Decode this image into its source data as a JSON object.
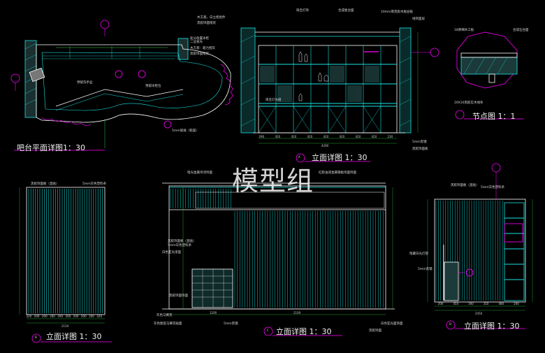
{
  "watermark": "模型组",
  "colors": {
    "background": "#000000",
    "wall": "#19e6e6",
    "line": "#ffffff",
    "magenta": "#ff00ff",
    "teal": "#00b3b3",
    "green": "#2ecc40"
  },
  "views": {
    "plan": {
      "title": "吧台平面详图1：30",
      "notes": [
        "预留洗手盆",
        "预留冰柜位",
        "二边发光",
        "木方基：超力刮灰",
        "黑胶饰面暗装",
        "处分放置冰柜",
        "5mm玻璃（乾燥）"
      ]
    },
    "elevA": {
      "title": "立面详图 1：30",
      "marker": "A",
      "notes": [
        "珠宝灯饰",
        "合成板台面",
        "10mm厚黑胶木板层板",
        "线饰面层",
        "木方基，白立柜组件",
        "黑胶饰面暗装",
        "5mm黑镜",
        "黑胶饰面板",
        "珠宝灯光组"
      ],
      "dims_bottom": [
        "290",
        "420",
        "420",
        "420",
        "420",
        "420",
        "420",
        "420",
        "230"
      ],
      "total": "4290"
    },
    "detail": {
      "title": "节点图 1：1",
      "notes": [
        "18厚细木工板",
        "合成石台面",
        "20X10黑胶实木线条"
      ]
    },
    "elevB": {
      "title": "立面详图 1：30",
      "marker": "B",
      "notes": [
        "黑胶饰面板（直贴）",
        "5mm灰色塑料条"
      ],
      "dims_bottom": [
        "220",
        "200",
        "200",
        "200",
        "200",
        "200",
        "200",
        "200",
        "200",
        "220"
      ],
      "total": "2150"
    },
    "elevC": {
      "title": "立面详图 1：30",
      "marker": "C",
      "notes": [
        "暗光金属吊顶饰面",
        "黑胶饰面板（直贴）",
        "5mm灰色塑料条",
        "红胶油漆金属钢板饰面饰面",
        "白色亚光漆面",
        "灰色马赛克",
        "灰色图案马赛克贴面",
        "5mm黑镜",
        "黑胶饰面",
        "黑胶饰面饰面",
        "白色亚光面饰面"
      ],
      "dims_bottom": [
        "1200",
        "2100"
      ]
    },
    "elevD": {
      "title": "立面详图 1：30",
      "marker": "D",
      "notes": [
        "黑胶饰面板（直贴）",
        "5mm灰色塑料条",
        "暗藏日光灯管",
        "5mm黑镜"
      ],
      "dims_bottom": [
        "200",
        "450",
        "300",
        "310",
        "480",
        "200"
      ],
      "total": "2450"
    }
  }
}
